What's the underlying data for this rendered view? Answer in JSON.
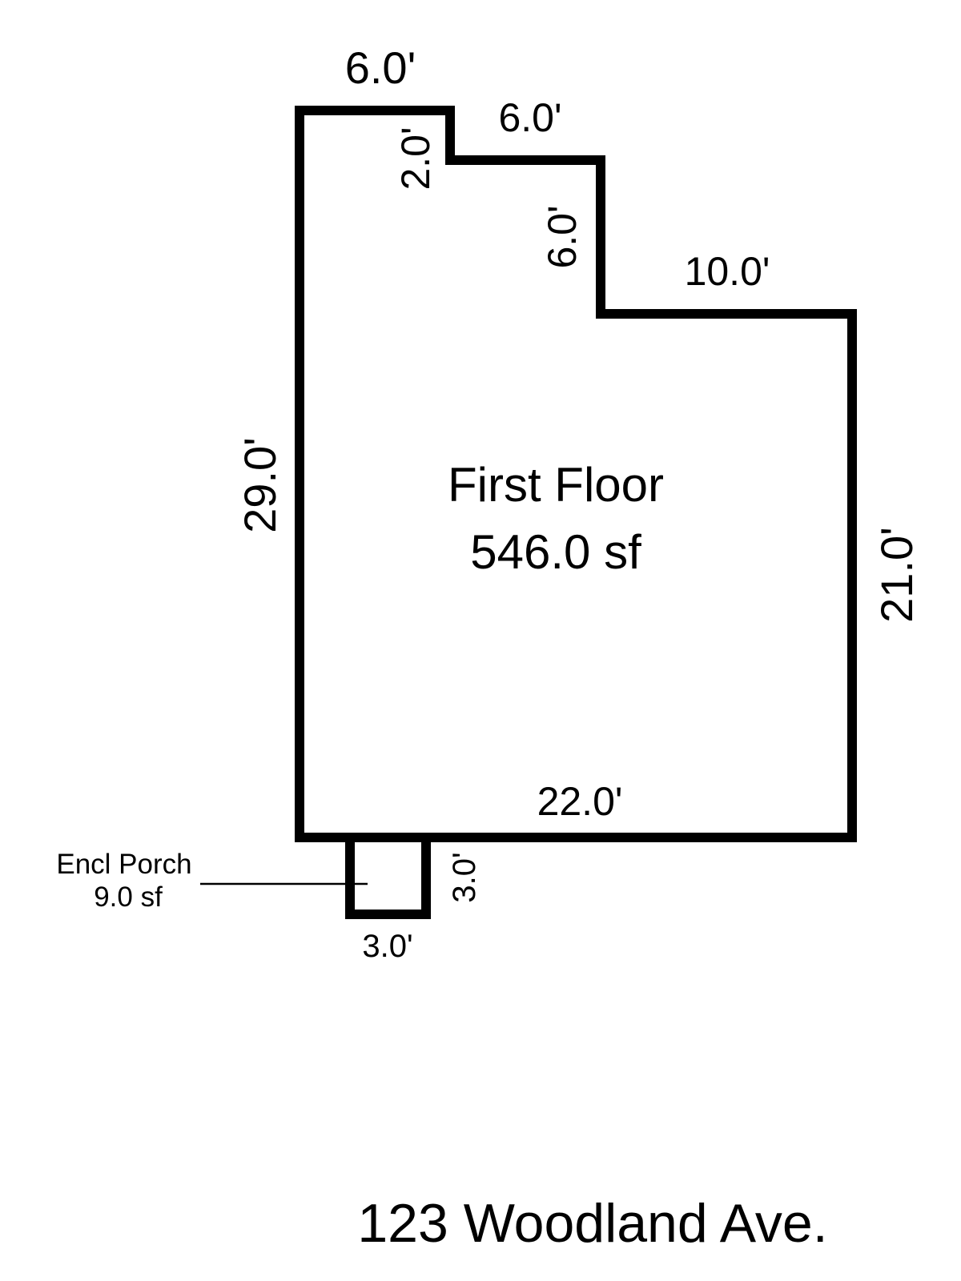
{
  "first_floor": {
    "label": "First Floor",
    "area": "546.0 sf"
  },
  "porch": {
    "label": "Encl Porch",
    "area": "9.0 sf"
  },
  "dimensions": {
    "top_left": "6.0'",
    "top_middle": "6.0'",
    "step_down_1": "2.0'",
    "step_down_2": "6.0'",
    "top_right": "10.0'",
    "left": "29.0'",
    "right": "21.0'",
    "bottom": "22.0'",
    "porch_side": "3.0'",
    "porch_bottom": "3.0'"
  },
  "address": "123 Woodland Ave."
}
